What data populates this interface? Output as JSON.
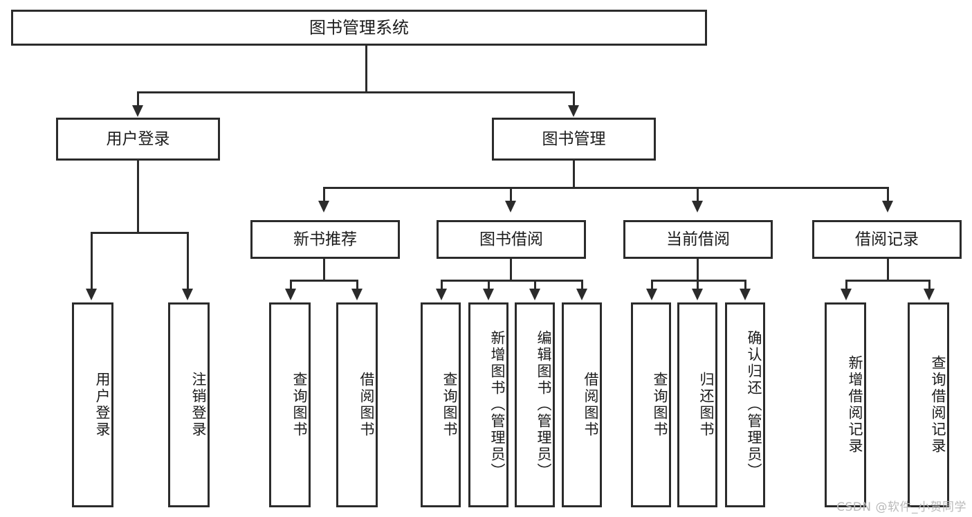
{
  "diagram": {
    "title": "图书管理系统",
    "watermark": "CSDN @软件_小贺同学",
    "colors": {
      "stroke": "#2b2b2b",
      "fill": "#ffffff",
      "text": "#1b1b1b",
      "watermark": "#b9b9b9"
    },
    "levels": {
      "root": {
        "label": "图书管理系统"
      },
      "level2": [
        {
          "label": "用户登录"
        },
        {
          "label": "图书管理"
        }
      ],
      "level3": [
        {
          "label": "新书推荐"
        },
        {
          "label": "图书借阅"
        },
        {
          "label": "当前借阅"
        },
        {
          "label": "借阅记录"
        }
      ],
      "leaves": {
        "user_login": [
          {
            "label": "用户登录"
          },
          {
            "label": "注销登录"
          }
        ],
        "new_book_recommend": [
          {
            "label": "查询图书"
          },
          {
            "label": "借阅图书"
          }
        ],
        "book_borrow": [
          {
            "label": "查询图书"
          },
          {
            "label": "新增图书（管理员）"
          },
          {
            "label": "编辑图书（管理员）"
          },
          {
            "label": "借阅图书"
          }
        ],
        "current_borrow": [
          {
            "label": "查询图书"
          },
          {
            "label": "归还图书"
          },
          {
            "label": "确认归还（管理员）"
          }
        ],
        "borrow_record": [
          {
            "label": "新增借阅记录"
          },
          {
            "label": "查询借阅记录"
          }
        ]
      }
    }
  },
  "chart_data": {
    "type": "diagram",
    "title": "图书管理系统",
    "layout": "top-down tree / functional decomposition chart",
    "nodes": [
      {
        "id": "root",
        "label": "图书管理系统",
        "level": 0
      },
      {
        "id": "n-user-login",
        "label": "用户登录",
        "level": 1
      },
      {
        "id": "n-book-manage",
        "label": "图书管理",
        "level": 1
      },
      {
        "id": "n-new-book",
        "label": "新书推荐",
        "level": 2
      },
      {
        "id": "n-book-borrow",
        "label": "图书借阅",
        "level": 2
      },
      {
        "id": "n-current-borrow",
        "label": "当前借阅",
        "level": 2
      },
      {
        "id": "n-borrow-record",
        "label": "借阅记录",
        "level": 2
      },
      {
        "id": "l-user-login",
        "label": "用户登录",
        "level": 3
      },
      {
        "id": "l-logout",
        "label": "注销登录",
        "level": 3
      },
      {
        "id": "l-nb-query",
        "label": "查询图书",
        "level": 3
      },
      {
        "id": "l-nb-borrow",
        "label": "借阅图书",
        "level": 3
      },
      {
        "id": "l-bb-query",
        "label": "查询图书",
        "level": 3
      },
      {
        "id": "l-bb-add",
        "label": "新增图书（管理员）",
        "level": 3
      },
      {
        "id": "l-bb-edit",
        "label": "编辑图书（管理员）",
        "level": 3
      },
      {
        "id": "l-bb-borrow",
        "label": "借阅图书",
        "level": 3
      },
      {
        "id": "l-cb-query",
        "label": "查询图书",
        "level": 3
      },
      {
        "id": "l-cb-return",
        "label": "归还图书",
        "level": 3
      },
      {
        "id": "l-cb-confirm",
        "label": "确认归还（管理员）",
        "level": 3
      },
      {
        "id": "l-br-add",
        "label": "新增借阅记录",
        "level": 3
      },
      {
        "id": "l-br-query",
        "label": "查询借阅记录",
        "level": 3
      }
    ],
    "edges": [
      {
        "from": "root",
        "to": "n-user-login"
      },
      {
        "from": "root",
        "to": "n-book-manage"
      },
      {
        "from": "n-user-login",
        "to": "l-user-login"
      },
      {
        "from": "n-user-login",
        "to": "l-logout"
      },
      {
        "from": "n-book-manage",
        "to": "n-new-book"
      },
      {
        "from": "n-book-manage",
        "to": "n-book-borrow"
      },
      {
        "from": "n-book-manage",
        "to": "n-current-borrow"
      },
      {
        "from": "n-book-manage",
        "to": "n-borrow-record"
      },
      {
        "from": "n-new-book",
        "to": "l-nb-query"
      },
      {
        "from": "n-new-book",
        "to": "l-nb-borrow"
      },
      {
        "from": "n-book-borrow",
        "to": "l-bb-query"
      },
      {
        "from": "n-book-borrow",
        "to": "l-bb-add"
      },
      {
        "from": "n-book-borrow",
        "to": "l-bb-edit"
      },
      {
        "from": "n-book-borrow",
        "to": "l-bb-borrow"
      },
      {
        "from": "n-current-borrow",
        "to": "l-cb-query"
      },
      {
        "from": "n-current-borrow",
        "to": "l-cb-return"
      },
      {
        "from": "n-current-borrow",
        "to": "l-cb-confirm"
      },
      {
        "from": "n-borrow-record",
        "to": "l-br-add"
      },
      {
        "from": "n-borrow-record",
        "to": "l-br-query"
      }
    ]
  }
}
